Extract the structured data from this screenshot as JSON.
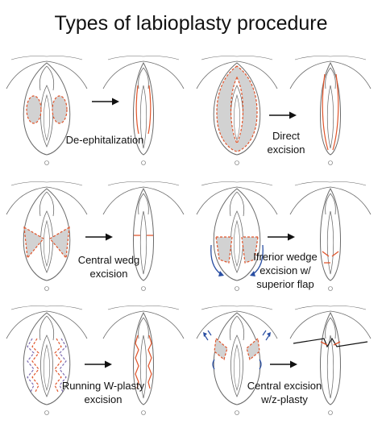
{
  "title": "Types of labioplasty procedure",
  "procedures": [
    {
      "label_lines": [
        "De-ephitalization"
      ]
    },
    {
      "label_lines": [
        "Direct",
        "excision"
      ]
    },
    {
      "label_lines": [
        "Central wedg",
        "excision"
      ]
    },
    {
      "label_lines": [
        "Ifrerior wedge",
        "excision w/",
        "superior flap"
      ]
    },
    {
      "label_lines": [
        "Running W-plasty",
        "excision"
      ]
    },
    {
      "label_lines": [
        "Central excision",
        "w/z-plasty"
      ]
    }
  ],
  "colors": {
    "outline": "#6a6a6a",
    "shade": "#d2d2d2",
    "incision": "#e0542a",
    "zigzag_alt": "#7d6bb0",
    "arrow_blue": "#2a4fa3",
    "arrow_black": "#111111"
  },
  "icons": [
    "before-anatomy-icon",
    "after-anatomy-icon",
    "right-arrow-icon",
    "suture-icon"
  ]
}
